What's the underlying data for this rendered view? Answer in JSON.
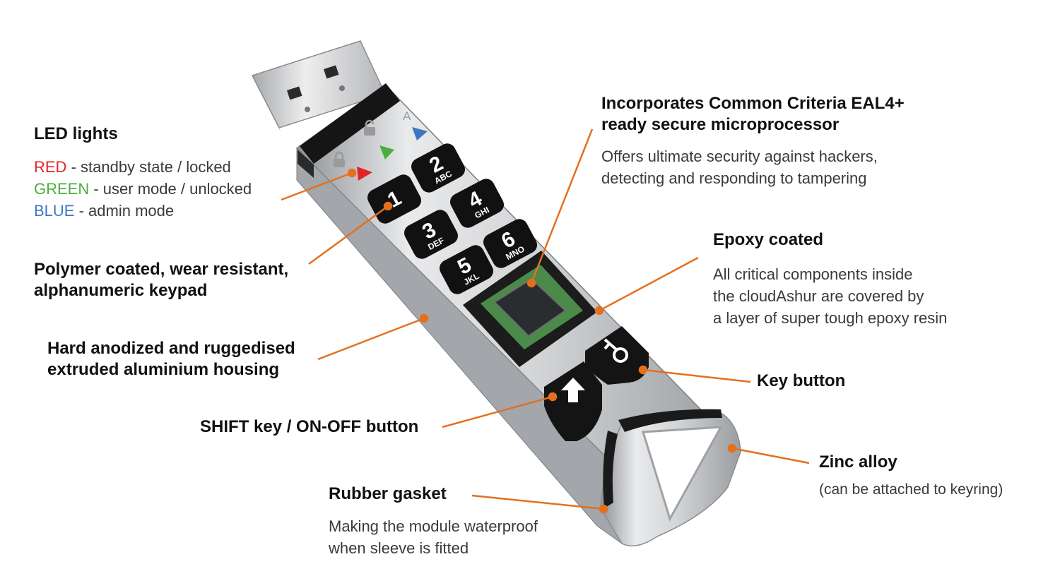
{
  "led": {
    "title": "LED lights",
    "red": {
      "name": "RED",
      "text": " - standby state / locked",
      "color": "#e42326"
    },
    "green": {
      "name": "GREEN",
      "text": " - user mode / unlocked",
      "color": "#4cae3f"
    },
    "blue": {
      "name": "BLUE",
      "text": " - admin mode",
      "color": "#3f77bf"
    }
  },
  "keypad": {
    "title_line1": "Polymer coated, wear resistant,",
    "title_line2": "alphanumeric keypad"
  },
  "housing": {
    "title_line1": "Hard anodized and ruggedised",
    "title_line2": "extruded aluminium housing"
  },
  "shift": {
    "title": "SHIFT key / ON-OFF button"
  },
  "gasket": {
    "title": "Rubber gasket",
    "desc_line1": "Making the module waterproof",
    "desc_line2": "when sleeve is fitted"
  },
  "processor": {
    "title_line1": "Incorporates Common Criteria EAL4+",
    "title_line2": "ready secure microprocessor",
    "desc_line1": "Offers ultimate security against hackers,",
    "desc_line2": "detecting and responding to tampering"
  },
  "epoxy": {
    "title": "Epoxy coated",
    "desc_line1": "All critical components inside",
    "desc_line2": "the cloudAshur are covered by",
    "desc_line3": "a layer of super tough epoxy resin"
  },
  "key_button": {
    "title": "Key button"
  },
  "zinc": {
    "title": "Zinc alloy",
    "desc": "(can be attached to keyring)"
  },
  "device": {
    "keys": [
      {
        "main": "1",
        "sub": ""
      },
      {
        "main": "2",
        "sub": "ABC"
      },
      {
        "main": "3",
        "sub": "DEF"
      },
      {
        "main": "4",
        "sub": "GHI"
      },
      {
        "main": "5",
        "sub": "JKL"
      },
      {
        "main": "6",
        "sub": "MNO"
      }
    ],
    "admin_mark": "A",
    "leader_color": "#e4701e"
  }
}
